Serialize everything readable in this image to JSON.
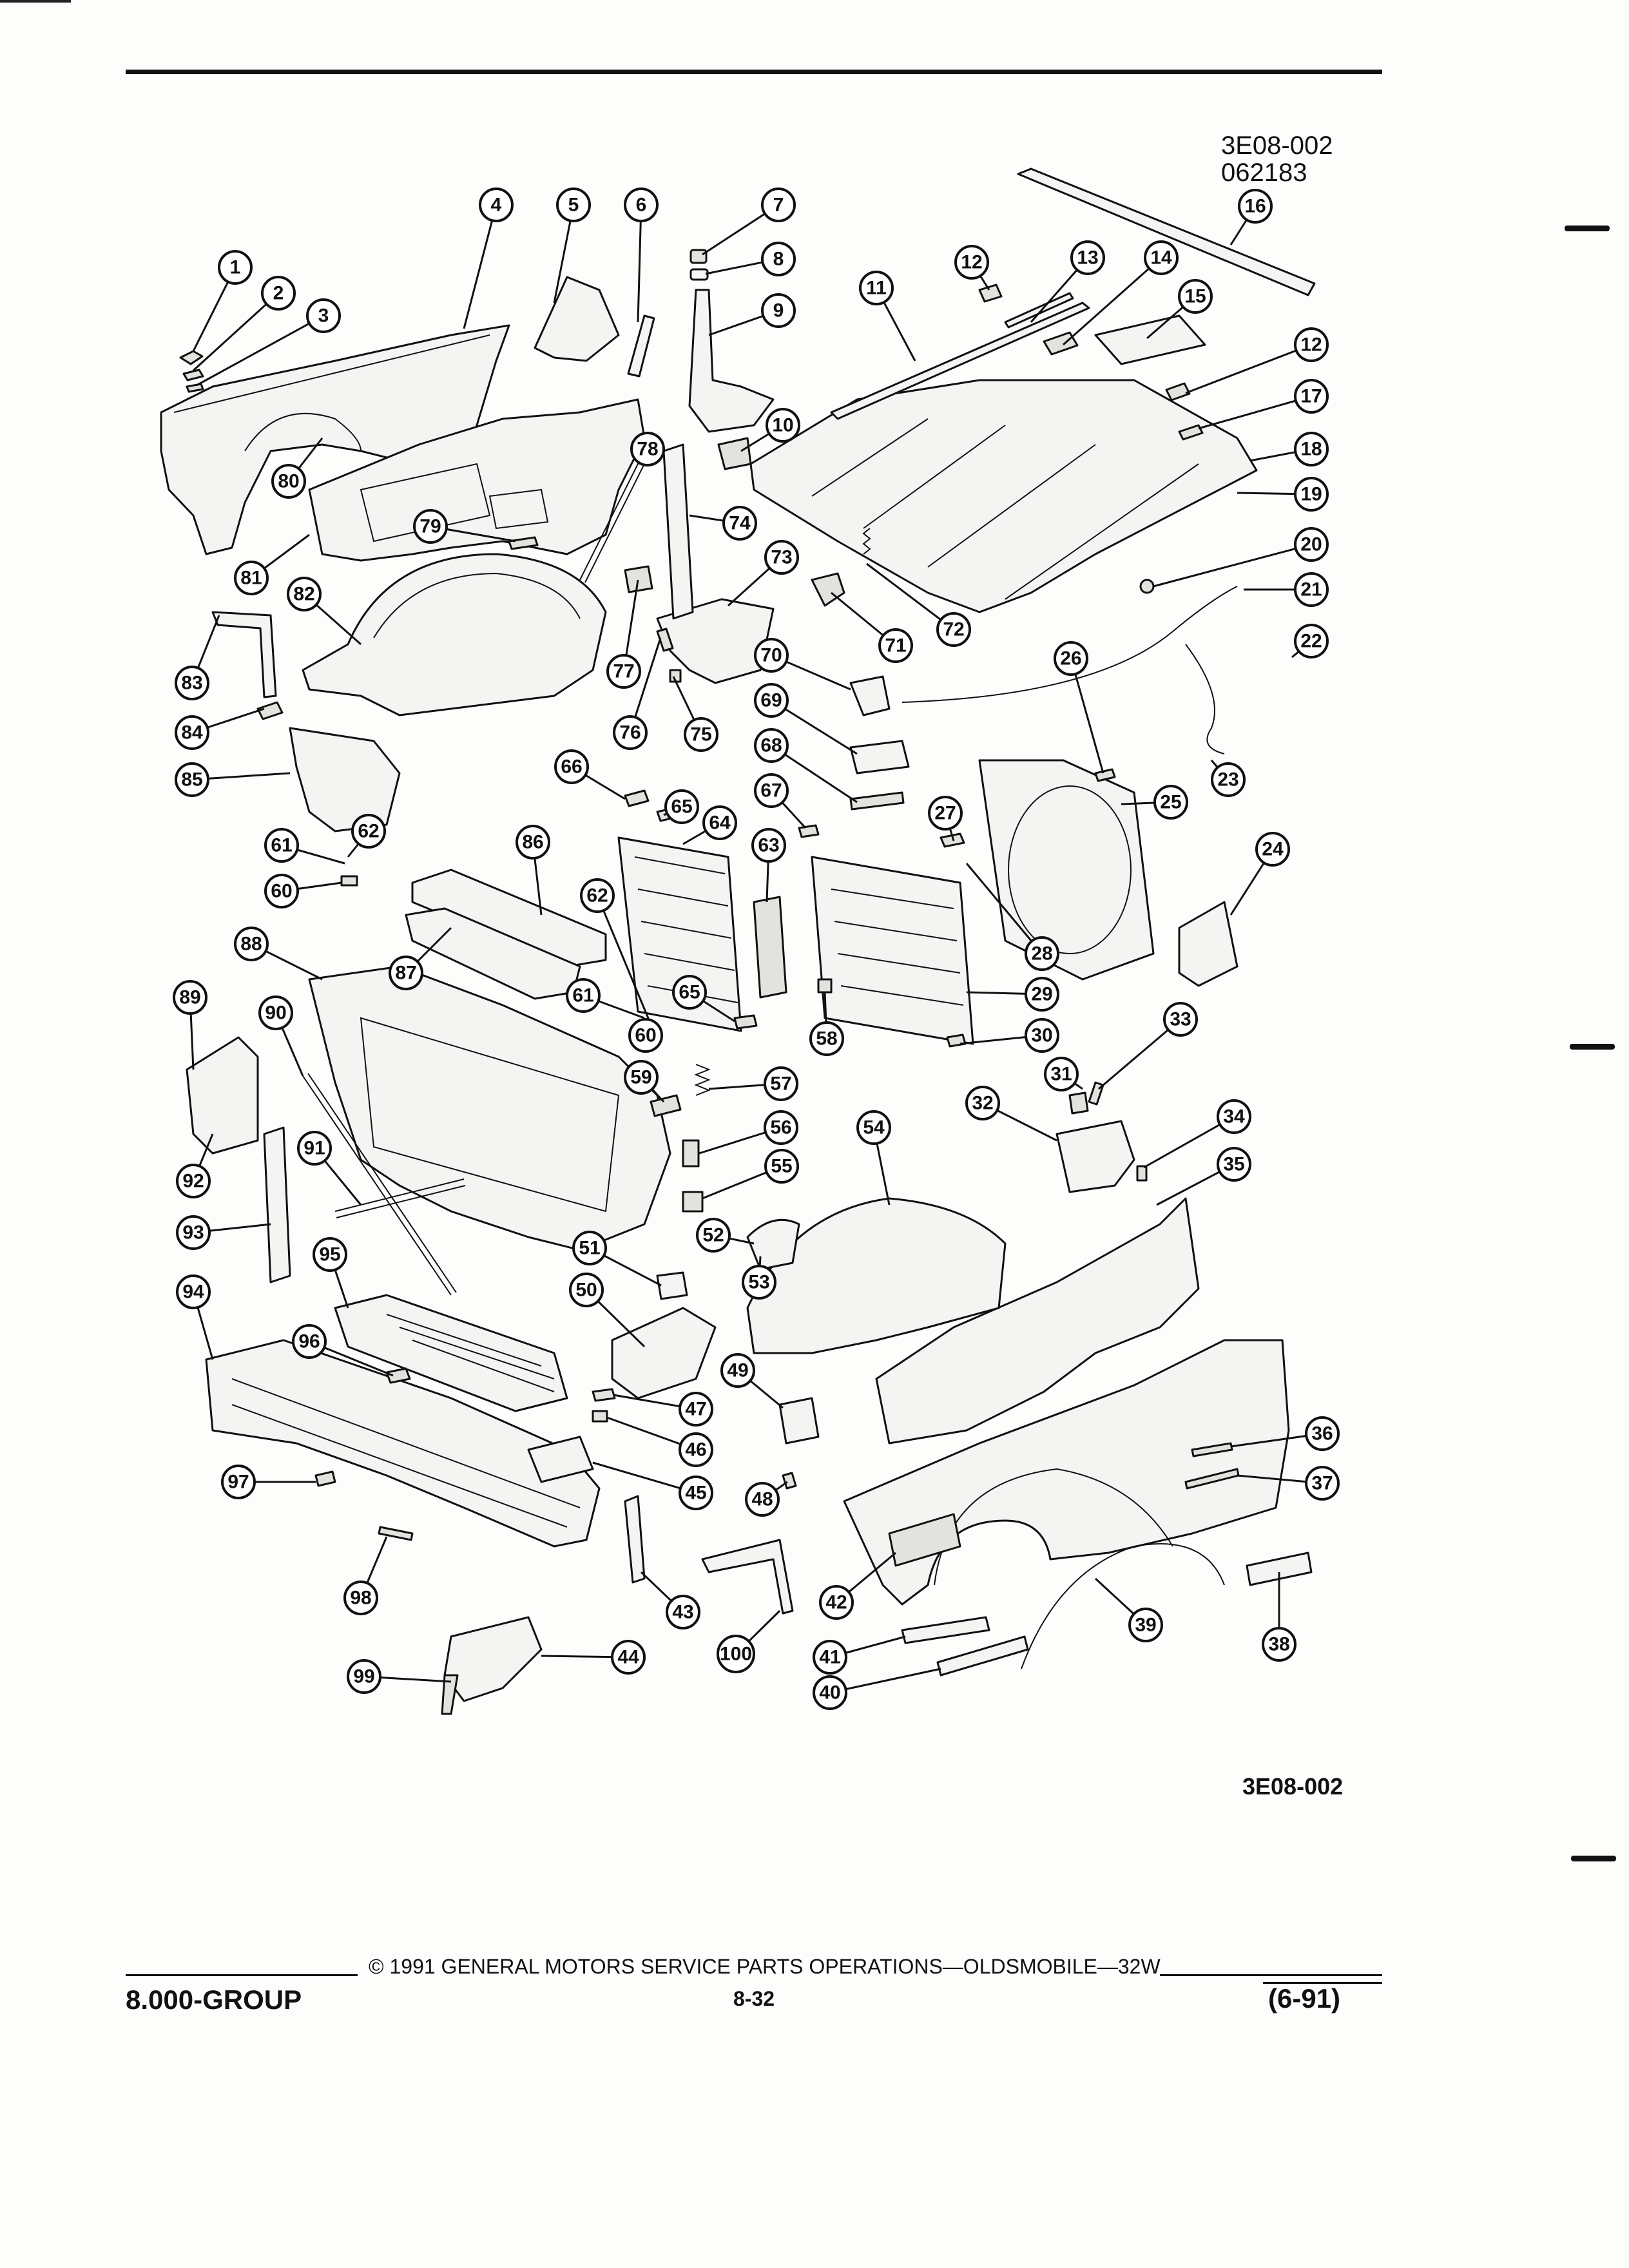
{
  "figure": {
    "id": "3E08-002",
    "date_code": "062183",
    "code_bottom": "3E08-002"
  },
  "callouts": [
    "1",
    "2",
    "3",
    "4",
    "5",
    "6",
    "7",
    "8",
    "9",
    "10",
    "11",
    "12",
    "12",
    "13",
    "14",
    "15",
    "16",
    "17",
    "18",
    "19",
    "20",
    "21",
    "22",
    "23",
    "24",
    "25",
    "26",
    "27",
    "28",
    "29",
    "30",
    "31",
    "32",
    "33",
    "34",
    "35",
    "36",
    "37",
    "38",
    "39",
    "40",
    "41",
    "42",
    "43",
    "44",
    "45",
    "46",
    "47",
    "48",
    "49",
    "50",
    "51",
    "52",
    "53",
    "54",
    "55",
    "56",
    "57",
    "58",
    "59",
    "60",
    "60",
    "61",
    "61",
    "62",
    "62",
    "63",
    "64",
    "65",
    "65",
    "66",
    "67",
    "68",
    "69",
    "70",
    "71",
    "72",
    "73",
    "74",
    "75",
    "76",
    "77",
    "78",
    "79",
    "80",
    "81",
    "82",
    "83",
    "84",
    "85",
    "86",
    "87",
    "88",
    "89",
    "90",
    "91",
    "92",
    "93",
    "94",
    "95",
    "96",
    "97",
    "98",
    "99",
    "100"
  ],
  "footer": {
    "copyright": "© 1991 GENERAL MOTORS SERVICE PARTS OPERATIONS—OLDSMOBILE—32W",
    "group": "8.000-GROUP",
    "page": "8-32",
    "revision": "(6-91)"
  }
}
